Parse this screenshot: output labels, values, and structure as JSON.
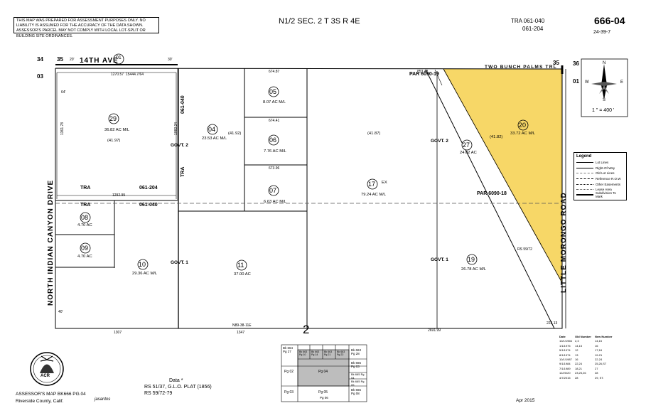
{
  "disclaimer": "THIS MAP WAS PREPARED FOR ASSESSMENT PURPOSES ONLY. NO LIABILITY IS ASSUMED FOR THE ACCURACY OF THE DATA SHOWN. ASSESSOR'S PARCEL MAY NOT COMPLY WITH LOCAL LOT-SPLIT OR BUILDING SITE ORDINANCES.",
  "header": {
    "section": "N1/2 SEC. 2 T 3S R 4E",
    "tra_top": "TRA 061-040",
    "tra_bottom": "061-204",
    "book_page": "666-04",
    "ref": "24-39-7"
  },
  "streets": {
    "top": "14TH AVE",
    "avenue_num": "01",
    "left": "NORTH INDIAN CANYON DRIVE",
    "right": "LITTLE MORONGO ROAD",
    "top_right": "TWO BUNCH PALMS TRL"
  },
  "section_corners": [
    "34",
    "35",
    "03",
    "35",
    "36",
    "01",
    "02"
  ],
  "section_number": "2",
  "scale": "1 \" = 400 '",
  "compass": {
    "n": "N",
    "s": "S",
    "e": "E",
    "w": "W"
  },
  "parcels": [
    {
      "num": "29",
      "acres": "36.82 AC M/L",
      "gross": "(41.97)"
    },
    {
      "num": "04",
      "acres": "23.53 AC M/L",
      "gross": "(41.92)"
    },
    {
      "num": "05",
      "acres": "8.07 AC M/L"
    },
    {
      "num": "06",
      "acres": "7.76 AC M/L"
    },
    {
      "num": "07",
      "acres": "6.63 AC M/L"
    },
    {
      "num": "17",
      "acres": "79.24 AC M/L",
      "flag": "EX",
      "gross": "(41.87)"
    },
    {
      "num": "27",
      "acres": "24.02 AC"
    },
    {
      "num": "20",
      "acres": "33.72 AC M/L",
      "gross": "(41.82)"
    },
    {
      "num": "08",
      "acres": "4.70 AC"
    },
    {
      "num": "09",
      "acres": "4.70 AC"
    },
    {
      "num": "10",
      "acres": "29.36 AC M/L"
    },
    {
      "num": "11",
      "acres": "37.00 AC"
    },
    {
      "num": "19",
      "acres": "26.78 AC M/L"
    }
  ],
  "labels": {
    "govt2_a": "GOVT. 2",
    "govt2_b": "GOVT. 2",
    "govt1_a": "GOVT. 1",
    "govt1_b": "GOVT. 1",
    "tra_left": "TRA",
    "tra_left_code": "061-204",
    "tra_mid": "TRA",
    "tra_mid_code": "061-040",
    "tra_vertical": "TRA",
    "code_vertical": "061-040",
    "par_6090_19": "PAR 6090-19",
    "par_6090_18": "PAR 6090-18",
    "rs": "RS 59/72"
  },
  "dimensions": {
    "top_left": "1270.57",
    "top_2": "15444.7/64",
    "d_674_87": "674.87",
    "d_674_41": "674.41",
    "d_673_96": "673.96",
    "d_853_48": "853.48",
    "d_1292_99": "1292.99",
    "d_1307": "1307",
    "d_1347": "1347",
    "d_2691_99": "2691.99",
    "d_222_13": "222.13",
    "d_1361_78": "1361.78",
    "d_1082_24": "1082.24",
    "d_bearing": "N89-38-11E",
    "d_20": "20'",
    "d_30": "30'",
    "d_40": "40'",
    "d_64": "64'"
  },
  "legend": {
    "title": "Legend",
    "items": [
      "Lot Lines",
      "Right-Of-Way",
      "Old Lot Lines",
      "Reference R.O.W",
      "Other Easements",
      "Lease Area",
      "Subdivision To Mark"
    ]
  },
  "index_map": {
    "cells": [
      "Bk 664 Pg 27",
      "Bk 663 Pg 10",
      "Bk 663 Pg 14",
      "Bk 663 Pg 21",
      "Bk 663 Pg 22",
      "Bk 663 Pg 28",
      "Pg 02",
      "Pg 04",
      "Bk 665 Pg 03",
      "Bk 665 Pg 04",
      "Bk 665 Pg 05",
      "Pg 03",
      "Pg 05",
      "Bk 665 Pg 08",
      "Pg 06"
    ]
  },
  "data_block": {
    "title": "Data *",
    "lines": [
      "RS 51/37, G.L.O. PLAT (1856)",
      "RS 59/72-79"
    ]
  },
  "footer": {
    "assessor": "ASSESSOR'S MAP BK666 PG.04",
    "county": "Riverside County, Calif.",
    "signature": "jasantos",
    "date": "Apr 2015",
    "seal": "ACR"
  },
  "history": {
    "headers": [
      "Date",
      "Old Number",
      "New Number"
    ],
    "rows": [
      [
        "10/1/1966",
        "2,3",
        "14,15"
      ],
      [
        "1/1/1975",
        "14,15",
        "16"
      ],
      [
        "5/1/1974",
        "12",
        "17,18"
      ],
      [
        "8/1/1974",
        "13",
        "19-21"
      ],
      [
        "10/1/1987",
        "16",
        "22-24"
      ],
      [
        "9/1/1984",
        "22,24",
        "25,26,ST"
      ],
      [
        "7/1/1989",
        "18,21",
        "27"
      ],
      [
        "12/20/20",
        "23,25,26",
        "28"
      ],
      [
        "4/7/2015",
        "28",
        "29, ST."
      ]
    ]
  }
}
